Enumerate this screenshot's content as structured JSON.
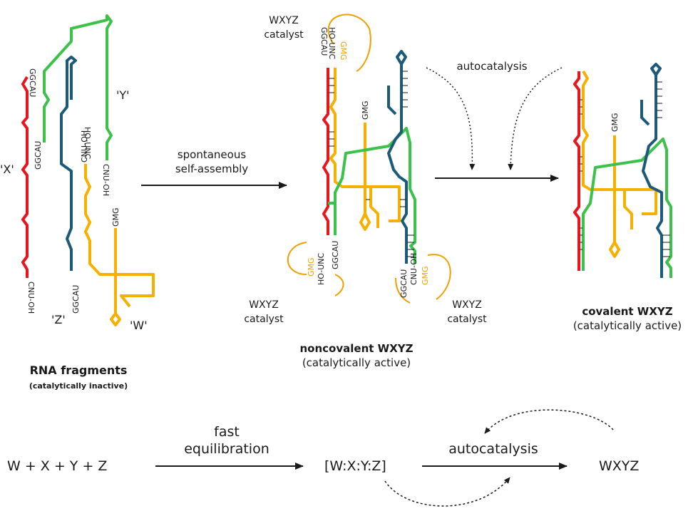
{
  "colors": {
    "red": "#e8141e",
    "green": "#3cc24a",
    "blue": "#1c5a78",
    "orange": "#f6b000",
    "catalyst": "#f0a000",
    "arrow": "#1a1a1a"
  },
  "strands": {
    "x": "'X'",
    "y": "'Y'",
    "z": "'Z'",
    "w": "'W'"
  },
  "seqs": {
    "ggcau": "GGCAU",
    "cnu_oh": "CNU-OH",
    "ho_unc": "HO-UNC",
    "gmg": "GMG",
    "dots": "⋮"
  },
  "labels": {
    "rna_fragments": "RNA fragments",
    "catalytically_inactive": "(catalytically inactive)",
    "spontaneous": "spontaneous",
    "self_assembly": "self-assembly",
    "wxyz": "WXYZ",
    "catalyst": "catalyst",
    "autocatalysis": "autocatalysis",
    "noncovalent": "noncovalent WXYZ",
    "catalytically_active": "(catalytically active)",
    "covalent": "covalent WXYZ"
  },
  "equation": {
    "reactants": "W + X + Y + Z",
    "fast": "fast",
    "equilibration": "equilibration",
    "complex": "[W:X:Y:Z]",
    "autocatalysis": "autocatalysis",
    "product": "WXYZ"
  }
}
